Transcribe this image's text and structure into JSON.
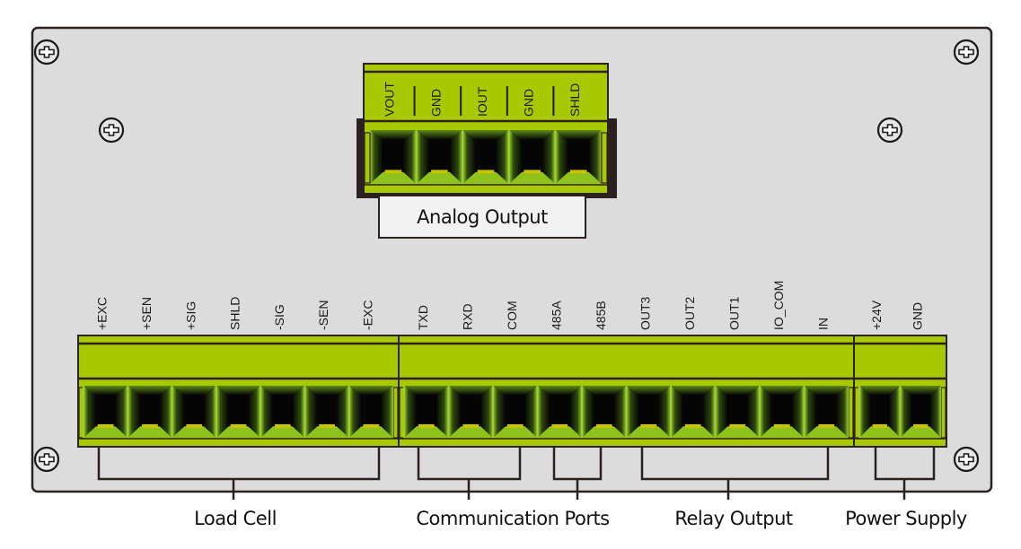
{
  "diagram": {
    "title": "Terminal Wiring Diagram",
    "colors": {
      "panel": "#dcdcdc",
      "terminal_green": "#a8c900",
      "outline": "#2b2220",
      "socket_dark": "#0a0a0a"
    },
    "analog_output": {
      "label": "Analog Output",
      "pins": [
        "VOUT",
        "GND",
        "IOUT",
        "GND",
        "SHLD"
      ]
    },
    "bottom_blocks": [
      {
        "id": "load-cell-block",
        "pins": [
          "+EXC",
          "+SEN",
          "+SIG",
          "SHLD",
          "-SIG",
          "-SEN",
          "-EXC"
        ]
      },
      {
        "id": "io-block",
        "pins": [
          "TXD",
          "RXD",
          "COM",
          "485A",
          "485B",
          "OUT3",
          "OUT2",
          "OUT1",
          "IO_COM",
          "IN"
        ]
      },
      {
        "id": "power-block",
        "pins": [
          "+24V",
          "GND"
        ]
      }
    ],
    "groups": [
      {
        "label": "Load Cell",
        "pins": [
          "+EXC",
          "+SEN",
          "+SIG",
          "SHLD",
          "-SIG",
          "-SEN",
          "-EXC"
        ]
      },
      {
        "label": "Communication Ports",
        "pins": [
          "TXD",
          "RXD",
          "COM",
          "485A",
          "485B"
        ]
      },
      {
        "label": "Relay Output",
        "pins": [
          "OUT3",
          "OUT2",
          "OUT1",
          "IO_COM",
          "IN"
        ]
      },
      {
        "label": "Power Supply",
        "pins": [
          "+24V",
          "GND"
        ]
      }
    ],
    "screws": {
      "count": 6,
      "icon": "phillips-screw-icon"
    }
  }
}
